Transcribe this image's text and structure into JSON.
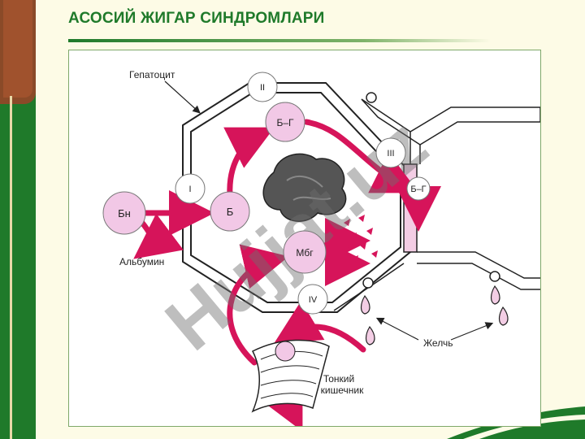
{
  "header": {
    "title": "АСОСИЙ ЖИГАР СИНДРОМЛАРИ"
  },
  "diagram": {
    "labels": {
      "hepatocyte": "Гепатоцит",
      "albumin": "Альбумин",
      "bile": "Желчь",
      "intestine_line1": "Тонкий",
      "intestine_line2": "кишечник"
    },
    "nodes": {
      "bn": "Бн",
      "b": "Б",
      "bg": "Б–Г",
      "bg_duct": "Б–Г",
      "mbg": "Мбг",
      "roman_1": "I",
      "roman_2": "II",
      "roman_3": "III",
      "roman_4": "IV"
    },
    "watermark": "Hujjat.uz"
  },
  "colors": {
    "accent_green": "#1f7a2a",
    "arrow_red": "#d6145a",
    "node_fill": "#f2c8e6",
    "duct_fill": "#f3cde4"
  }
}
